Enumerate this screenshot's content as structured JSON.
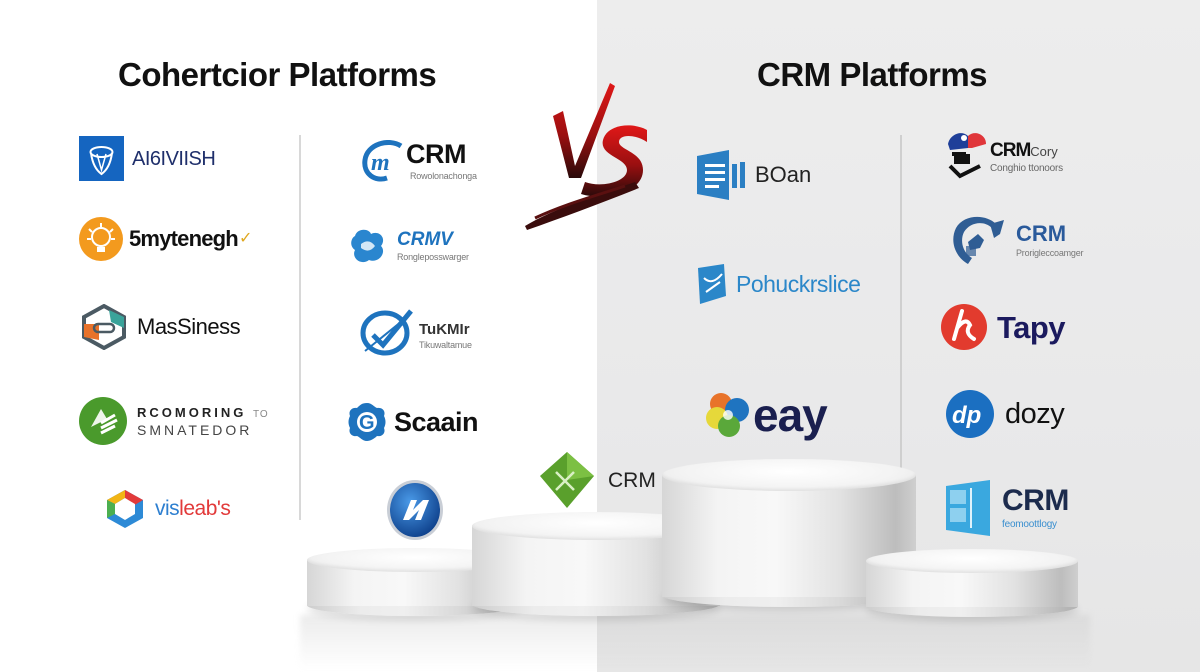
{
  "left_panel": {
    "title": "Cohertcior Platforms",
    "logos_col1": [
      {
        "name": "AI6IVIISH",
        "icon": "blue-square-shield-icon",
        "color": "#1f2f6b",
        "icon_color": "#1565c0"
      },
      {
        "name": "5mytenegh",
        "icon": "orange-lightbulb-circle-icon",
        "color": "#111111",
        "icon_color": "#f39a1e",
        "accent": "✓"
      },
      {
        "name": "MasSiness",
        "icon": "hexagon-cube-icon",
        "color": "#111111"
      },
      {
        "name": "RCOMORING",
        "name_suffix": "TO",
        "sub": "SMNATEDOR",
        "icon": "green-circle-leaf-icon",
        "color": "#222222",
        "icon_color": "#4a9a2c"
      },
      {
        "name_a": "vis",
        "name_b": "leab's",
        "icon": "colorful-cube-icon",
        "color_a": "#2d7fd0",
        "color_b": "#e23a3a"
      }
    ],
    "logos_col2": [
      {
        "name": "CRM",
        "sub": "Rowolonachonga",
        "icon": "blue-swirl-m-icon",
        "color": "#111111",
        "icon_color": "#1e73be"
      },
      {
        "name": "CRMV",
        "sub": "Rongleposswarger",
        "icon": "blue-puzzle-cloud-icon",
        "color": "#1e73be"
      },
      {
        "name": "TuKMIr",
        "sub": "Tikuwaltamue",
        "icon": "blue-check-ellipse-icon",
        "color": "#333333",
        "icon_color": "#1e73be"
      },
      {
        "name": "Scaain",
        "icon": "blue-gear-g-icon",
        "color": "#111111",
        "icon_color": "#1e73be"
      },
      {
        "name": "",
        "icon": "blue-sphere-n-icon",
        "icon_color": "#1d5fb0"
      }
    ]
  },
  "versus": {
    "label": "VS",
    "color": "#c41414"
  },
  "center_logo": {
    "name": "CRM",
    "icon": "green-diamond-icon",
    "icon_color": "#5aa02c"
  },
  "right_panel": {
    "title": "CRM Platforms",
    "logos_col1": [
      {
        "name": "BOan",
        "icon": "blue-document-book-icon",
        "color": "#222222",
        "icon_color": "#2b7fc3"
      },
      {
        "name": "Pohuckrslice",
        "icon": "blue-envelope-x-icon",
        "color": "#2b87c9"
      },
      {
        "name": "eay",
        "icon": "multicolor-cloud-icon",
        "color": "#1a1f4f"
      }
    ],
    "logos_col2": [
      {
        "name": "CRM",
        "name_suffix": "Cory",
        "sub": "Conghio ttonoors",
        "icon": "red-blue-hand-icon",
        "color": "#111111"
      },
      {
        "name": "CRM",
        "sub": "Prorigleccoamger",
        "icon": "blue-dragon-circle-icon",
        "color": "#2a5a9b"
      },
      {
        "name": "Tapy",
        "icon": "red-circle-k-icon",
        "color": "#1b1a5e",
        "icon_color": "#e23b2e"
      },
      {
        "name": "dozy",
        "icon": "blue-circle-hp-icon",
        "color": "#111111",
        "icon_color": "#1b6fc1"
      },
      {
        "name": "CRM",
        "sub": "feomoottlogy",
        "icon": "windows-tiles-icon",
        "color": "#1c2b4d",
        "icon_color": "#3aa8df"
      }
    ]
  },
  "colors": {
    "left_bg": "#ffffff",
    "right_bg": "#ebebeb",
    "divider": "#d8d8d8",
    "title": "#111111"
  }
}
